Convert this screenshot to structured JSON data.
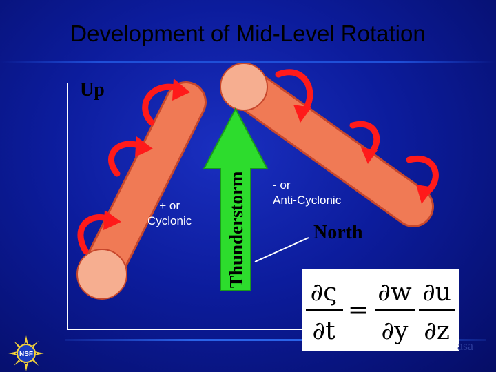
{
  "title": "Development of Mid-Level Rotation",
  "labels": {
    "up": "Up",
    "thunderstorm": "Thunderstorm",
    "cyclonic_line1": "+ or",
    "cyclonic_line2": "Cyclonic",
    "anticyclonic_line1": "- or",
    "anticyclonic_line2": "Anti-Cyclonic",
    "north": "North"
  },
  "equation": {
    "lhs_num": "∂ς",
    "lhs_den": "∂t",
    "equals": "=",
    "t1_num": "∂w",
    "t1_den": "∂y",
    "t2_num": "∂u",
    "t2_den": "∂z"
  },
  "logos": {
    "left": "NSF",
    "right": "asa"
  },
  "colors": {
    "tube": "#f07a55",
    "circle": "#f6ae90",
    "arrow_red": "#ff1a1a",
    "thunderstorm_arrow": "#2ddc2d"
  }
}
